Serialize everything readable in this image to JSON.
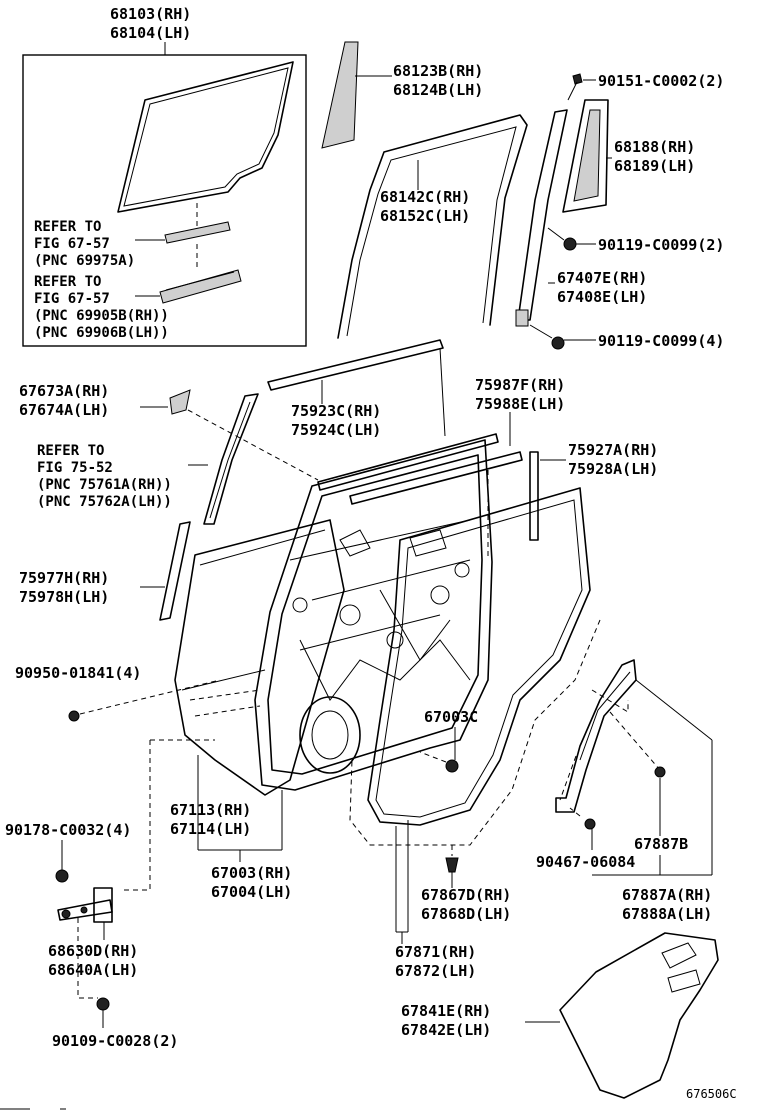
{
  "labels": {
    "glass": [
      "68103(RH)",
      "68104(LH)"
    ],
    "quarter_glass": [
      "68123B(RH)",
      "68124B(LH)"
    ],
    "screw_90151": "90151-C0002(2)",
    "quarter_window": [
      "68188(RH)",
      "68189(LH)"
    ],
    "run_68142": [
      "68142C(RH)",
      "68152C(LH)"
    ],
    "bolt_90119_a": "90119-C0099(2)",
    "division_bar": [
      "67407E(RH)",
      "67408E(LH)"
    ],
    "bolt_90119_b": "90119-C0099(4)",
    "weatherstrip_75923": [
      "75923C(RH)",
      "75924C(LH)"
    ],
    "cover_67673": [
      "67673A(RH)",
      "67674A(LH)"
    ],
    "belt_75987": [
      "75987F(RH)",
      "75988E(LH)"
    ],
    "moulding_75927": [
      "75927A(RH)",
      "75928A(LH)"
    ],
    "moulding_75977": [
      "75977H(RH)",
      "75978H(LH)"
    ],
    "clip_90950": "90950-01841(4)",
    "plug_67003c": "67003C",
    "panel_67113": [
      "67113(RH)",
      "67114(LH)"
    ],
    "door_67003": [
      "67003(RH)",
      "67004(LH)"
    ],
    "bolt_90178": "90178-C0032(4)",
    "hinge": [
      "68630D(RH)",
      "68640A(LH)"
    ],
    "bolt_90109": "90109-C0028(2)",
    "seal_67867": [
      "67867D(RH)",
      "67868D(LH)"
    ],
    "weatherstrip_67871": [
      "67871(RH)",
      "67872(LH)"
    ],
    "clip_90467": "90467-06084",
    "seal_67887b": "67887B",
    "seal_67887a": [
      "67887A(RH)",
      "67888A(LH)"
    ],
    "cover_67841": [
      "67841E(RH)",
      "67842E(LH)"
    ]
  },
  "refs": {
    "ref1": [
      "REFER TO",
      "FIG 67-57",
      "(PNC 69975A)"
    ],
    "ref2": [
      "REFER TO",
      "FIG 67-57",
      "(PNC 69905B(RH))",
      "(PNC 69906B(LH))"
    ],
    "ref3": [
      "REFER TO",
      "FIG 75-52",
      "(PNC 75761A(RH))",
      "(PNC 75762A(LH))"
    ]
  },
  "catalog_code": "676506C"
}
